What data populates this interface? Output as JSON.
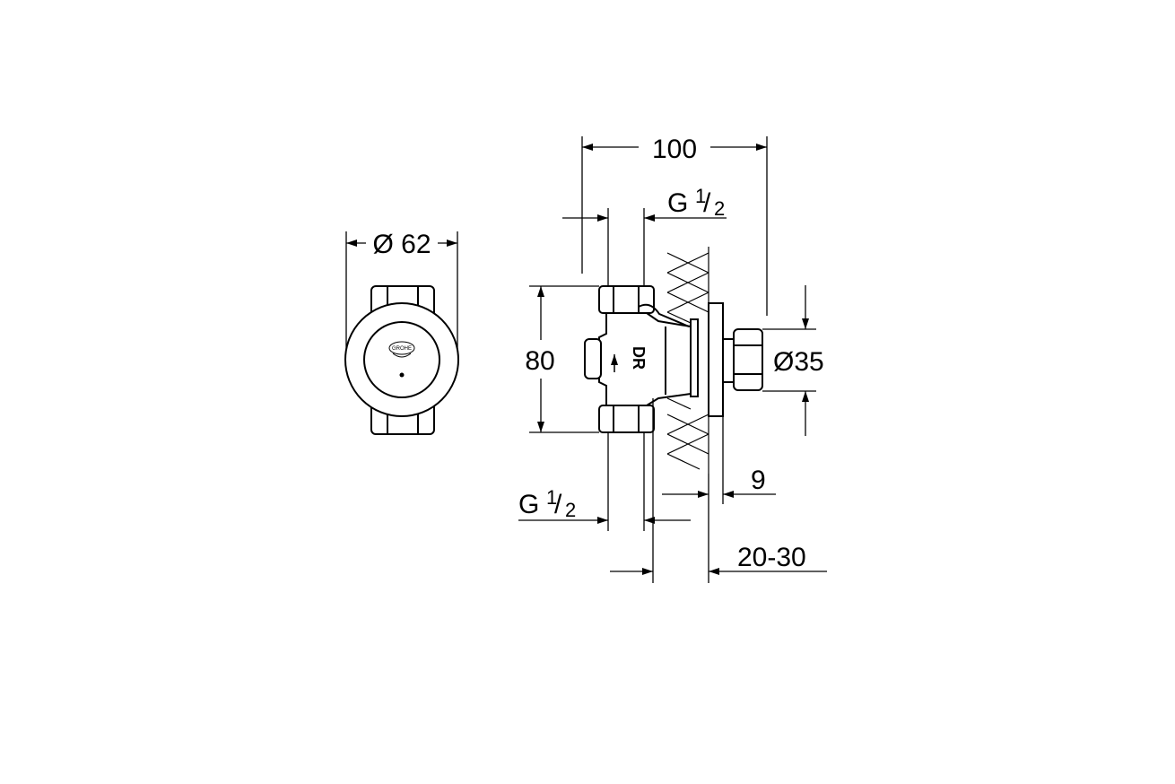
{
  "dimensions": {
    "diameter_62": "Ø 62",
    "length_100": "100",
    "height_80": "80",
    "diameter_35": "Ø35",
    "thread_top_g": "G",
    "thread_top_sup": "1",
    "thread_top_slash": "/",
    "thread_top_sub": "2",
    "thread_bottom_g": "G",
    "thread_bottom_sup": "1",
    "thread_bottom_slash": "/",
    "thread_bottom_sub": "2",
    "depth_9": "9",
    "wall_range": "20-30"
  },
  "markings": {
    "logo_text": "GROHE",
    "body_marking": "DR"
  }
}
